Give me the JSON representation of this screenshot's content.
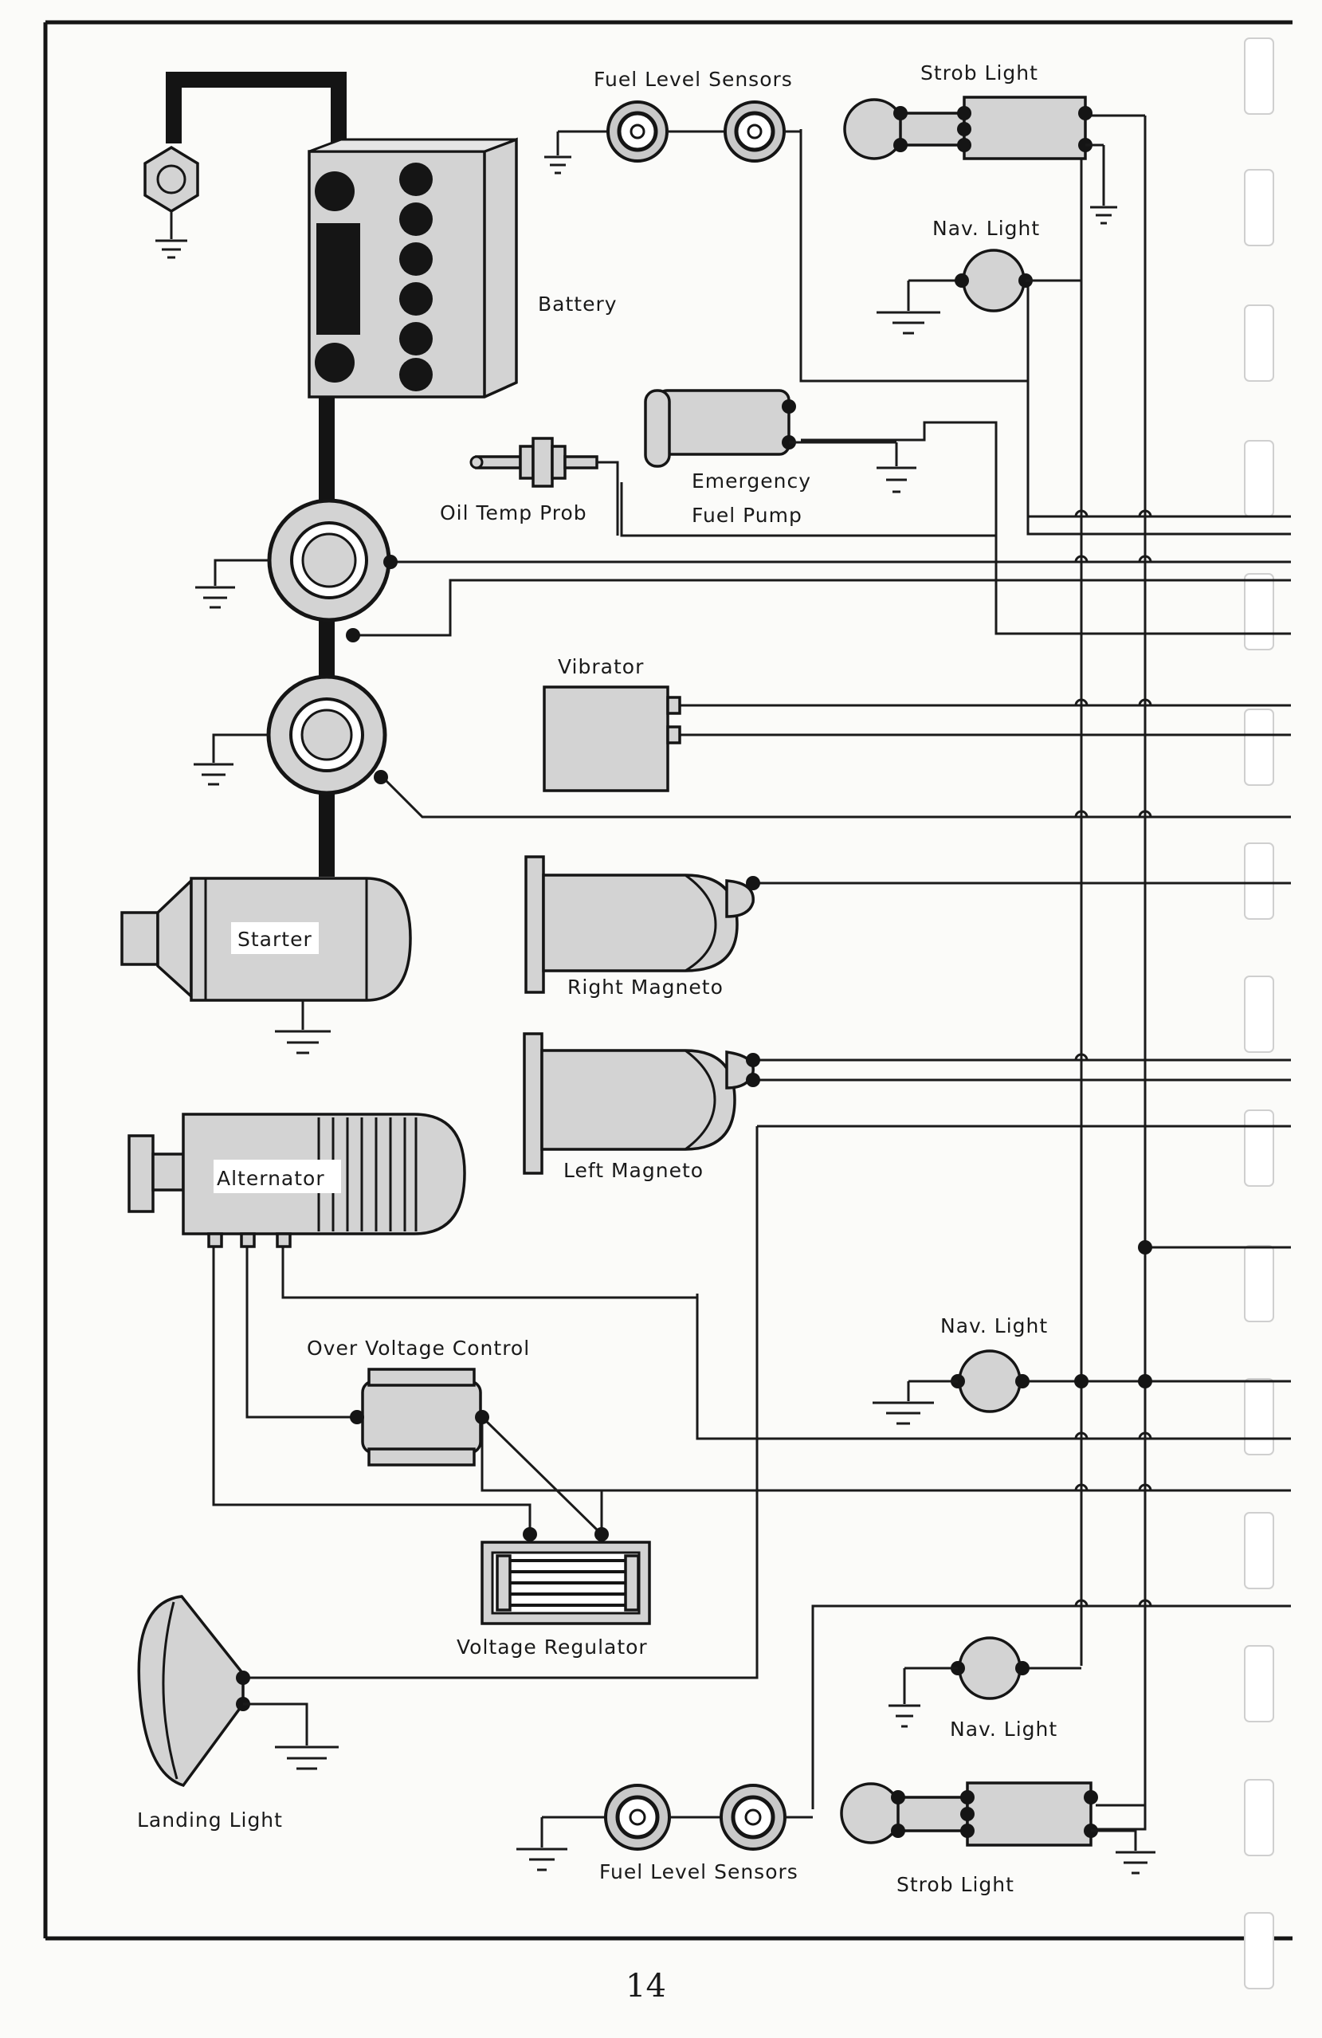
{
  "labels": {
    "fuel_level_sensors_top": "Fuel Level Sensors",
    "strob_light_top": "Strob Light",
    "nav_light_top": "Nav. Light",
    "battery": "Battery",
    "oil_temp_prob": "Oil Temp Prob",
    "emergency_fuel_pump_1": "Emergency",
    "emergency_fuel_pump_2": "Fuel Pump",
    "vibrator": "Vibrator",
    "starter": "Starter",
    "right_magneto": "Right Magneto",
    "left_magneto": "Left Magneto",
    "alternator": "Alternator",
    "over_voltage_control": "Over Voltage Control",
    "nav_light_mid": "Nav. Light",
    "voltage_regulator": "Voltage Regulator",
    "nav_light_bottom": "Nav. Light",
    "landing_light": "Landing Light",
    "fuel_level_sensors_bottom": "Fuel Level Sensors",
    "strob_light_bottom": "Strob Light"
  },
  "page_number": "14",
  "colors": {
    "ink": "#151515",
    "component_fill": "#d3d3d3",
    "paper": "#fbfbf9"
  }
}
